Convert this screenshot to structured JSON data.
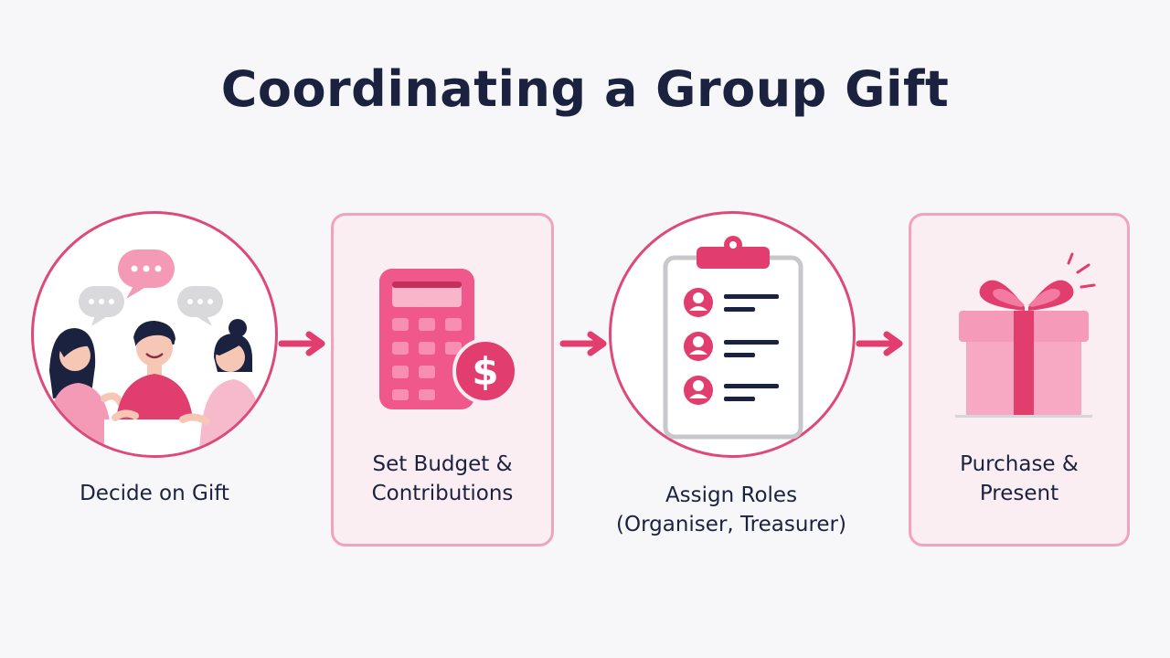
{
  "title": "Coordinating a Group Gift",
  "colors": {
    "accent": "#e23d6f",
    "soft": "#f39ab8",
    "title": "#1b2240",
    "gray": "#c8c8cc"
  },
  "steps": [
    {
      "id": "decide",
      "shape": "circle",
      "icon": "people-chat-icon",
      "label_lines": [
        "Decide on Gift"
      ]
    },
    {
      "id": "budget",
      "shape": "box",
      "icon": "calculator-dollar-icon",
      "label_lines": [
        "Set Budget &",
        "Contributions"
      ]
    },
    {
      "id": "roles",
      "shape": "circle",
      "icon": "clipboard-roles-icon",
      "label_lines": [
        "Assign Roles",
        "(Organiser, Treasurer)"
      ]
    },
    {
      "id": "purchase",
      "shape": "box",
      "icon": "gift-box-icon",
      "label_lines": [
        "Purchase &",
        "Present"
      ]
    }
  ]
}
